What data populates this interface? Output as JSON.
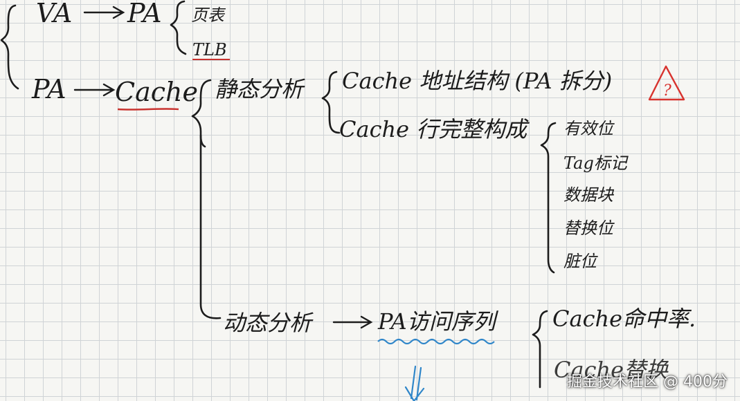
{
  "notes": {
    "va": "VA",
    "pa_top": "PA",
    "page_table": "页表",
    "tlb": "TLB",
    "pa_left": "PA",
    "cache": "Cache",
    "static_analysis": "静态分析",
    "cache_address_structure": "Cache 地址结构 (PA 拆分)",
    "cache_line_structure": "Cache 行完整构成",
    "valid_bit": "有效位",
    "tag_marker": "Tag标记",
    "data_block": "数据块",
    "replace_bit": "替换位",
    "dirty_bit": "脏位",
    "dynamic_analysis": "动态分析",
    "pa_access_sequence": "PA访问序列",
    "cache_hit_rate": "Cache命中率.",
    "cache_replace": "Cache替换"
  },
  "colors": {
    "ink": "#1c1c1c",
    "warning": "#d8332e",
    "underline_red": "#c9332f",
    "wavy_blue": "#2f86c9"
  },
  "icons": [
    "warning-triangle-icon",
    "down-arrow-icon"
  ],
  "watermark": "掘金技术社区 @ 400分"
}
